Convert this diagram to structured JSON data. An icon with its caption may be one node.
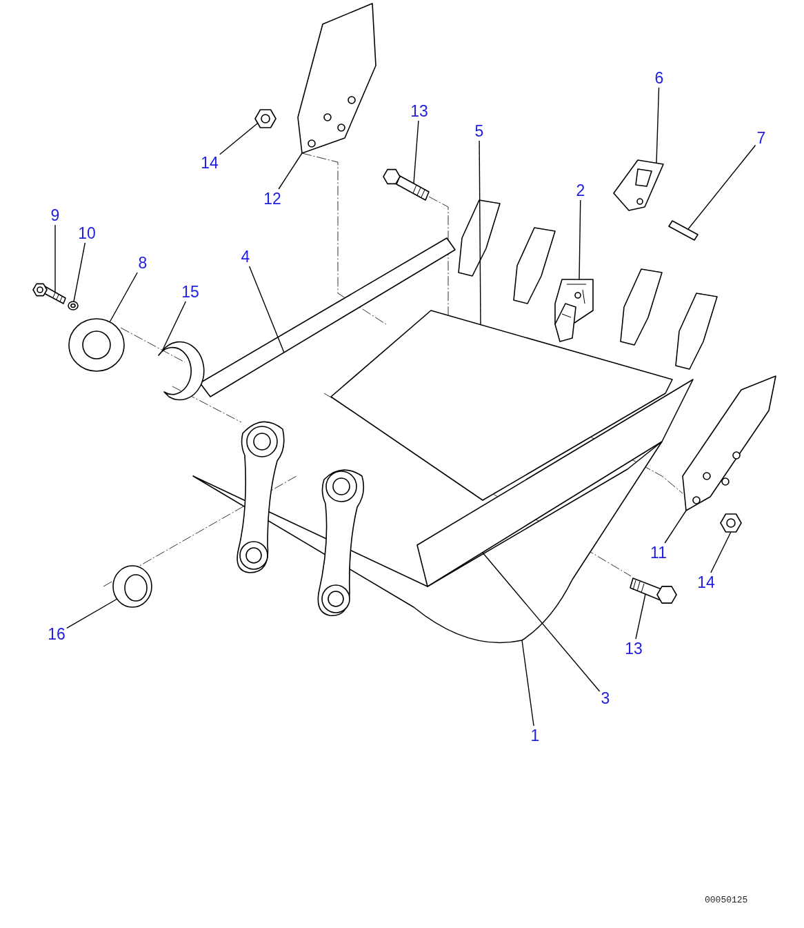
{
  "diagram": {
    "nodes": [
      {
        "text": [
          "6"
        ]
      },
      {
        "text": [],
        "shape": "picture"
      },
      {
        "text": [
          "13"
        ]
      },
      {
        "text": [],
        "shape": "picture"
      },
      {
        "text": [
          "5"
        ]
      },
      {
        "text": [],
        "shape": "picture"
      },
      {
        "text": [
          "7"
        ]
      },
      {
        "text": [],
        "shape": "picture"
      },
      {
        "text": [
          "14"
        ]
      },
      {
        "text": [],
        "shape": "picture"
      },
      {
        "text": [
          "2"
        ]
      },
      {
        "text": [],
        "shape": "picture"
      },
      {
        "text": [
          "12"
        ]
      },
      {
        "text": [],
        "shape": "picture"
      },
      {
        "text": [
          "9"
        ]
      },
      {
        "text": [],
        "shape": "picture"
      },
      {
        "text": [
          "10"
        ]
      },
      {
        "text": [],
        "shape": "picture"
      },
      {
        "text": [
          "8"
        ]
      },
      {
        "text": [],
        "shape": "picture"
      },
      {
        "text": [
          "4"
        ]
      },
      {
        "text": [],
        "shape": "picture"
      },
      {
        "text": [
          "15"
        ]
      },
      {
        "text": [],
        "shape": "picture"
      },
      {
        "text": [
          "11"
        ]
      },
      {
        "text": [],
        "shape": "picture"
      },
      {
        "text": [
          "14"
        ]
      },
      {
        "text": [],
        "shape": "picture"
      },
      {
        "text": [
          "16"
        ]
      },
      {
        "text": [],
        "shape": "picture"
      },
      {
        "text": [
          "13"
        ]
      },
      {
        "text": [],
        "shape": "picture"
      },
      {
        "text": [
          "3"
        ]
      },
      {
        "text": [],
        "shape": "picture"
      },
      {
        "text": [
          "1"
        ]
      },
      {
        "text": [],
        "shape": "picture"
      }
    ],
    "edges": [
      {
        "from": 0,
        "to": 1,
        "arrow": "none"
      },
      {
        "from": 2,
        "to": 3,
        "arrow": "none"
      },
      {
        "from": 4,
        "to": 5,
        "arrow": "none"
      },
      {
        "from": 6,
        "to": 7,
        "arrow": "none"
      },
      {
        "from": 8,
        "to": 9,
        "arrow": "none"
      },
      {
        "from": 10,
        "to": 11,
        "arrow": "none"
      },
      {
        "from": 12,
        "to": 13,
        "arrow": "none"
      },
      {
        "from": 14,
        "to": 15,
        "arrow": "none"
      },
      {
        "from": 16,
        "to": 17,
        "arrow": "none"
      },
      {
        "from": 18,
        "to": 19,
        "arrow": "none"
      },
      {
        "from": 20,
        "to": 21,
        "arrow": "none"
      },
      {
        "from": 22,
        "to": 23,
        "arrow": "none"
      },
      {
        "from": 24,
        "to": 25,
        "arrow": "none"
      },
      {
        "from": 26,
        "to": 27,
        "arrow": "none"
      },
      {
        "from": 28,
        "to": 29,
        "arrow": "none"
      },
      {
        "from": 30,
        "to": 31,
        "arrow": "none"
      },
      {
        "from": 32,
        "to": 33,
        "arrow": "none"
      },
      {
        "from": 34,
        "to": 35,
        "arrow": "none"
      }
    ],
    "labels": [
      "00050125"
    ]
  }
}
